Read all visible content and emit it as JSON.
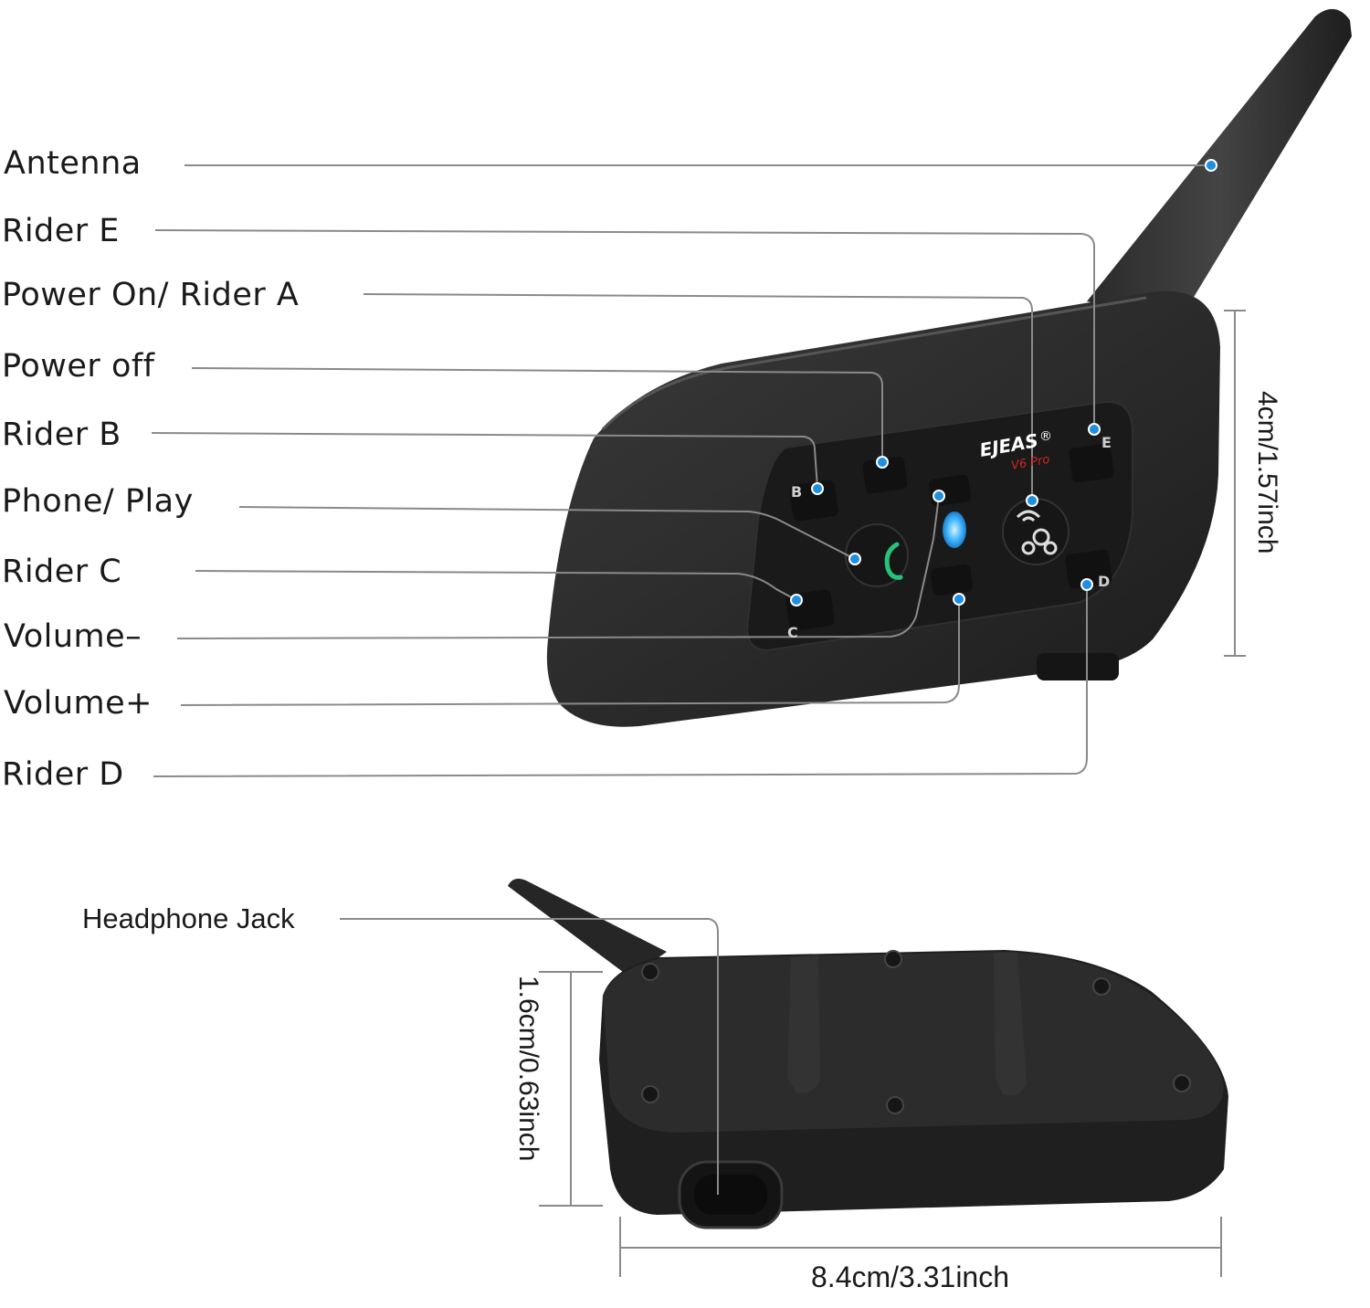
{
  "callouts": {
    "antenna": "Antenna",
    "rider_e": "Rider E",
    "power_on_rider_a": "Power On/ Rider A",
    "power_off": "Power off",
    "rider_b": "Rider B",
    "phone_play": "Phone/ Play",
    "rider_c": "Rider C",
    "volume_minus": "Volume–",
    "volume_plus": "Volume+",
    "rider_d": "Rider D",
    "headphone_jack": "Headphone Jack"
  },
  "dimensions": {
    "height": "4cm/1.57inch",
    "thickness": "1.6cm/0.63inch",
    "width": "8.4cm/3.31inch"
  },
  "device": {
    "brand": "EJEAS",
    "registered": "®",
    "model": "V6 Pro",
    "button_letters": {
      "b": "B",
      "c": "C",
      "d": "D",
      "e": "E"
    }
  },
  "colors": {
    "callout_line": "#8a8a8a",
    "marker_dot": "#1f8fe0",
    "device_body": "#2b2b2b",
    "led_blue": "#2aa8ff",
    "phone_icon_green": "#27c27a",
    "brand_red": "#d0261e"
  }
}
